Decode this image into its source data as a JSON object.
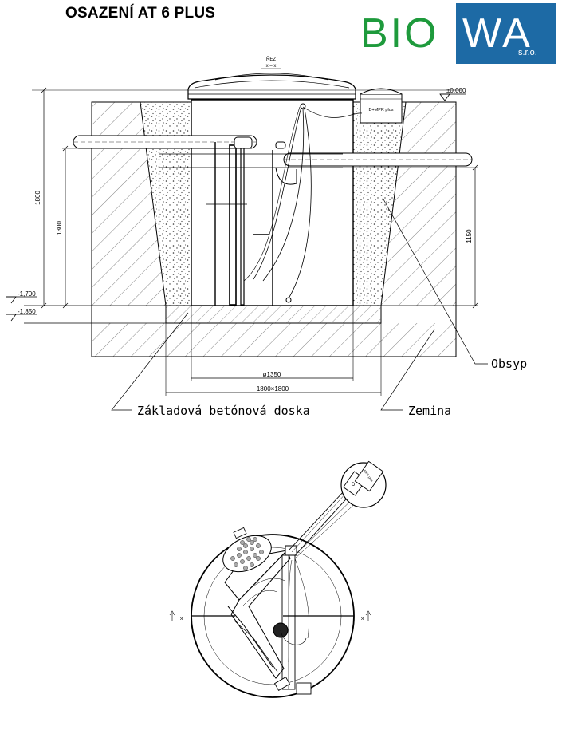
{
  "title": "OSAZENÍ AT 6 PLUS",
  "logo": {
    "part1": "BIO",
    "part2": "WA",
    "suffix": "s.r.o.",
    "green": "#1e9a3c",
    "blue": "#1d6aa5"
  },
  "section_view": {
    "section_label": "ŘEZ",
    "section_axis": "x – x",
    "level_top": "±0,000",
    "level_bottom_tank": "-1,700",
    "level_bottom_slab": "-1,850",
    "dim_total_height": "1800",
    "dim_height_1300": "1300",
    "dim_height_1150": "1150",
    "dim_diameter": "ø1350",
    "dim_slab": "1800×1800",
    "unit_label": "D+MPR plus",
    "callouts": {
      "backfill": "Obsyp",
      "slab": "Základová betónová doska",
      "soil": "Zemina"
    }
  },
  "plan_view": {
    "axis_left": "x",
    "axis_right": "x",
    "unit_label_d": "D",
    "unit_label_mpr": "MPR plus"
  }
}
